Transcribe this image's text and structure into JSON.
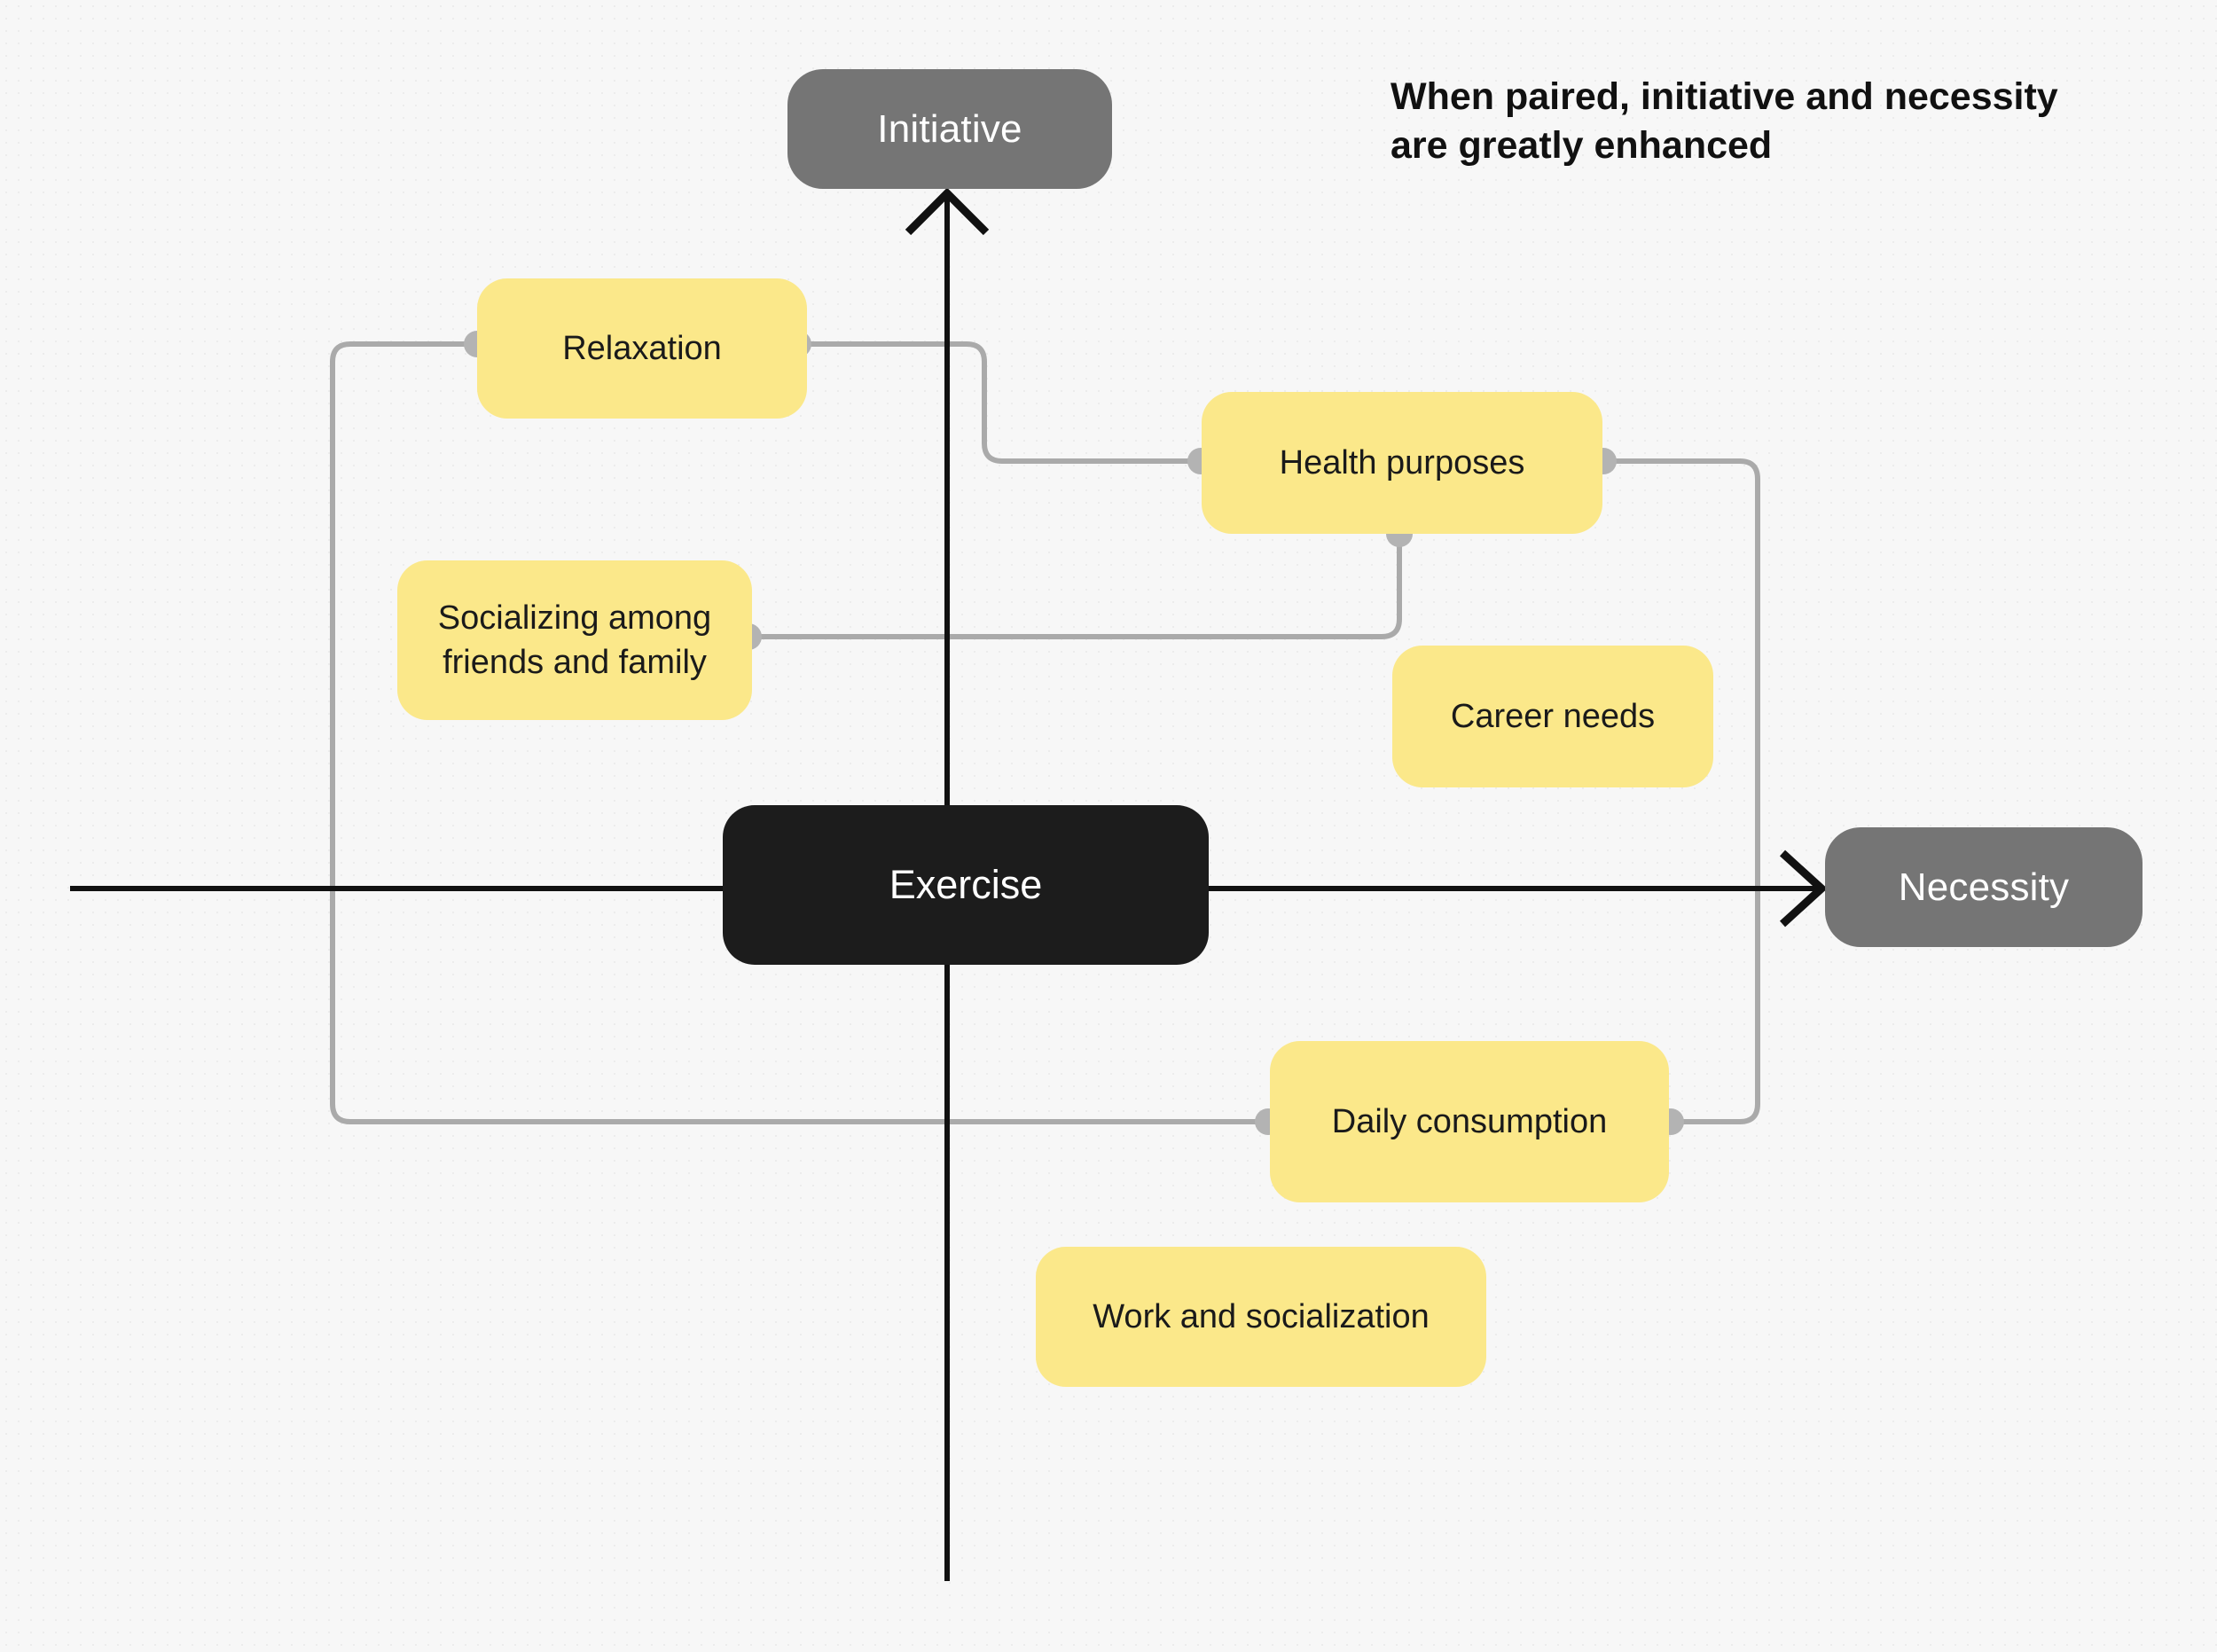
{
  "headline": "When paired, initiative and necessity are greatly enhanced",
  "axes": {
    "vertical": {
      "label": "Initiative",
      "icon": "arrow-up-icon"
    },
    "horizontal": {
      "label": "Necessity",
      "icon": "arrow-right-icon"
    }
  },
  "center_node": {
    "label": "Exercise"
  },
  "nodes": [
    {
      "id": "relaxation",
      "label": "Relaxation",
      "quadrant": "upper-left"
    },
    {
      "id": "socializing",
      "label": "Socializing among\nfriends and family",
      "quadrant": "upper-left"
    },
    {
      "id": "health",
      "label": "Health purposes",
      "quadrant": "upper-right"
    },
    {
      "id": "career",
      "label": "Career needs",
      "quadrant": "upper-right"
    },
    {
      "id": "daily",
      "label": "Daily consumption",
      "quadrant": "lower-right"
    },
    {
      "id": "work",
      "label": "Work and socialization",
      "quadrant": "lower-right"
    }
  ],
  "connections": [
    {
      "from": "relaxation",
      "to": "health"
    },
    {
      "from": "socializing",
      "to": "health"
    },
    {
      "from": "health",
      "to": "daily"
    },
    {
      "from": "daily",
      "to": "relaxation"
    }
  ],
  "colors": {
    "background": "#f7f7f7",
    "node_yellow": "#fbe88a",
    "node_center": "#1c1c1c",
    "axis_badge": "#757575",
    "connector": "#aaaaaa",
    "axis_line": "#111111",
    "headline_text": "#111111"
  }
}
